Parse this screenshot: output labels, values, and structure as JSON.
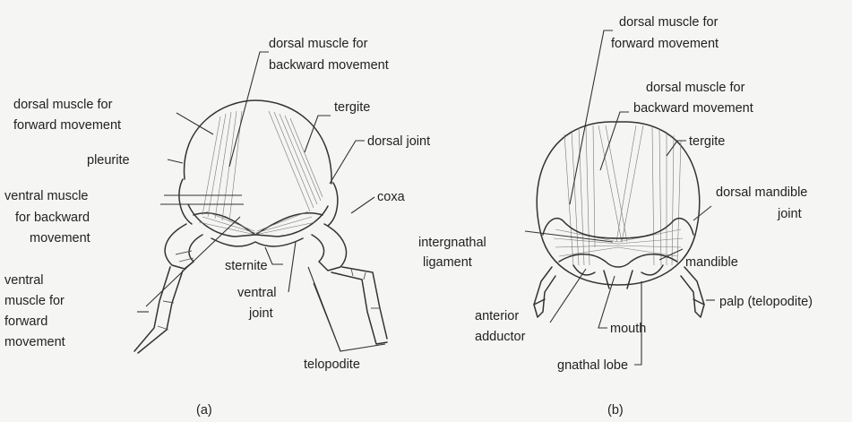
{
  "panel_a": {
    "caption": "(a)",
    "labels": {
      "dorsal_back_1": "dorsal muscle for",
      "dorsal_back_2": "backward movement",
      "dorsal_fwd_1": "dorsal muscle for",
      "dorsal_fwd_2": "forward movement",
      "tergite": "tergite",
      "dorsal_joint": "dorsal joint",
      "pleurite": "pleurite",
      "ventral_back_1": "ventral muscle",
      "ventral_back_2": "for backward",
      "ventral_back_3": "movement",
      "coxa": "coxa",
      "sternite": "sternite",
      "ventral_fwd_1": "ventral",
      "ventral_fwd_2": "muscle for",
      "ventral_fwd_3": "forward",
      "ventral_fwd_4": "movement",
      "ventral_joint_1": "ventral",
      "ventral_joint_2": "joint",
      "telopodite": "telopodite"
    }
  },
  "panel_b": {
    "caption": "(b)",
    "labels": {
      "dorsal_fwd_1": "dorsal muscle for",
      "dorsal_fwd_2": "forward movement",
      "dorsal_back_1": "dorsal muscle for",
      "dorsal_back_2": "backward movement",
      "tergite": "tergite",
      "dorsal_mandible_joint_1": "dorsal mandible",
      "dorsal_mandible_joint_2": "joint",
      "intergnathal_1": "intergnathal",
      "intergnathal_2": "ligament",
      "mandible": "mandible",
      "palp": "palp (telopodite)",
      "anterior_adductor_1": "anterior",
      "anterior_adductor_2": "adductor",
      "mouth": "mouth",
      "gnathal_lobe": "gnathal lobe"
    }
  }
}
